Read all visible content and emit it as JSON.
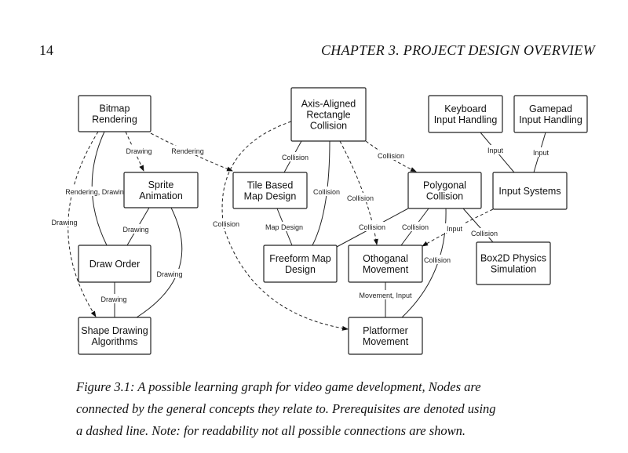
{
  "header": {
    "page_number": "14",
    "chapter": "CHAPTER 3.  PROJECT DESIGN OVERVIEW"
  },
  "diagram": {
    "nodes": [
      {
        "id": "bitmap",
        "lines": [
          "Bitmap",
          "Rendering"
        ]
      },
      {
        "id": "sprite",
        "lines": [
          "Sprite",
          "Animation"
        ]
      },
      {
        "id": "draw",
        "lines": [
          "Draw Order"
        ]
      },
      {
        "id": "shape",
        "lines": [
          "Shape Drawing",
          "Algorithms"
        ]
      },
      {
        "id": "aabb",
        "lines": [
          "Axis-Aligned",
          "Rectangle",
          "Collision"
        ]
      },
      {
        "id": "tile",
        "lines": [
          "Tile Based",
          "Map Design"
        ]
      },
      {
        "id": "freeform",
        "lines": [
          "Freeform Map",
          "Design"
        ]
      },
      {
        "id": "poly",
        "lines": [
          "Polygonal",
          "Collision"
        ]
      },
      {
        "id": "keyboard",
        "lines": [
          "Keyboard",
          "Input Handling"
        ]
      },
      {
        "id": "gamepad",
        "lines": [
          "Gamepad",
          "Input Handling"
        ]
      },
      {
        "id": "input",
        "lines": [
          "Input Systems"
        ]
      },
      {
        "id": "ortho",
        "lines": [
          "Othoganal",
          "Movement"
        ]
      },
      {
        "id": "box2d",
        "lines": [
          "Box2D Physics",
          "Simulation"
        ]
      },
      {
        "id": "platformer",
        "lines": [
          "Platformer",
          "Movement"
        ]
      }
    ],
    "edges": [
      {
        "from": "bitmap",
        "to": "sprite",
        "label": "Drawing",
        "style": "dashed",
        "arrow": true
      },
      {
        "from": "bitmap",
        "to": "tile",
        "label": "Rendering",
        "style": "dashed",
        "arrow": true
      },
      {
        "from": "bitmap",
        "to": "draw",
        "label": "Rendering, Drawing",
        "style": "solid",
        "arrow": false
      },
      {
        "from": "bitmap",
        "to": "shape",
        "label": "Drawing",
        "style": "dashed",
        "arrow": true
      },
      {
        "from": "sprite",
        "to": "draw",
        "label": "Drawing",
        "style": "solid",
        "arrow": false
      },
      {
        "from": "sprite",
        "to": "shape",
        "label": "Drawing",
        "style": "solid",
        "arrow": false
      },
      {
        "from": "draw",
        "to": "shape",
        "label": "Drawing",
        "style": "solid",
        "arrow": false
      },
      {
        "from": "aabb",
        "to": "tile",
        "label": "Collision",
        "style": "solid",
        "arrow": false
      },
      {
        "from": "aabb",
        "to": "freeform",
        "label": "Collision",
        "style": "solid",
        "arrow": false
      },
      {
        "from": "aabb",
        "to": "ortho",
        "label": "Collision",
        "style": "dashed",
        "arrow": true
      },
      {
        "from": "aabb",
        "to": "poly",
        "label": "Collision",
        "style": "dashed",
        "arrow": true
      },
      {
        "from": "aabb",
        "to": "platformer",
        "label": "Collision",
        "style": "dashed",
        "arrow": true
      },
      {
        "from": "tile",
        "to": "freeform",
        "label": "Map Design",
        "style": "solid",
        "arrow": false
      },
      {
        "from": "poly",
        "to": "freeform",
        "label": "Collision",
        "style": "solid",
        "arrow": false
      },
      {
        "from": "poly",
        "to": "ortho",
        "label": "Collision",
        "style": "solid",
        "arrow": false
      },
      {
        "from": "poly",
        "to": "platformer",
        "label": "Collision",
        "style": "solid",
        "arrow": false
      },
      {
        "from": "poly",
        "to": "box2d",
        "label": "Collision",
        "style": "solid",
        "arrow": false
      },
      {
        "from": "input",
        "to": "ortho",
        "label": "Input",
        "style": "dashed",
        "arrow": true
      },
      {
        "from": "keyboard",
        "to": "input",
        "label": "Input",
        "style": "solid",
        "arrow": false
      },
      {
        "from": "gamepad",
        "to": "input",
        "label": "Input",
        "style": "solid",
        "arrow": false
      },
      {
        "from": "ortho",
        "to": "platformer",
        "label": "Movement, Input",
        "style": "solid",
        "arrow": false
      }
    ]
  },
  "caption": {
    "lines": [
      "Figure 3.1: A possible learning graph for video game development, Nodes are",
      "connected by the general concepts they relate to. Prerequisites are denoted using",
      "a dashed line. Note: for readability not all possible connections are shown."
    ]
  }
}
